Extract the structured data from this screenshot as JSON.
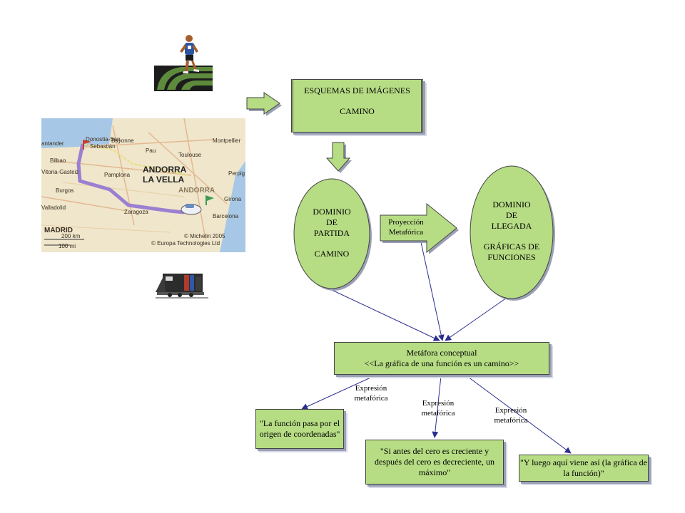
{
  "diagram": {
    "schema_box": {
      "title": "ESQUEMAS DE IMÁGENES",
      "subtitle": "CAMINO"
    },
    "source_domain": {
      "line1": "DOMINIO",
      "line2": "DE",
      "line3": "PARTIDA",
      "line4": "CAMINO"
    },
    "target_domain": {
      "line1": "DOMINIO",
      "line2": "DE",
      "line3": "LLEGADA",
      "line4": "GRÁFICAS DE",
      "line5": "FUNCIONES"
    },
    "projection": {
      "line1": "Proyección",
      "line2": "Metafórica"
    },
    "metaphor": {
      "line1": "Metáfora conceptual",
      "line2": "<<La gráfica de una función es un camino>>"
    },
    "expression_labels": [
      {
        "line1": "Expresión",
        "line2": "metafórica"
      },
      {
        "line1": "Expresión",
        "line2": "metafórica"
      },
      {
        "line1": "Expresión",
        "line2": "metafórica"
      }
    ],
    "examples": [
      {
        "line1": "\"La función pasa por el",
        "line2": "origen de coordenadas\""
      },
      {
        "line1": "\"Si antes del cero es creciente y",
        "line2": "después del cero es decreciente, un",
        "line3": "máximo\""
      },
      {
        "line1": "\"Y luego aquí viene así (la gráfica de",
        "line2": "la función)\""
      }
    ]
  },
  "map": {
    "labels": {
      "santander": "antander",
      "san_sebastian_1": "Donostia-San",
      "san_sebastian_2": "Sebastián",
      "bayonne": "Bayonne",
      "montpellier": "Montpellier",
      "pau": "Pau",
      "toulouse": "Toulouse",
      "vitoria": "Vitoria-Gasteiz",
      "bilbao": "Bilbao",
      "pamplona": "Pamplona",
      "andorra_1": "ANDORRA",
      "andorra_2": "LA VELLA",
      "andorra_region": "ANDORRA",
      "perpignan": "Perpig",
      "burgos": "Burgos",
      "valladolid": "Valladolid",
      "zaragoza": "Zaragoza",
      "girona": "Girona",
      "barcelona": "Barcelona",
      "madrid": "MADRID",
      "scale_km": "200 km",
      "scale_mi": "100 mi",
      "copyright_1": "© Michelin 2005",
      "copyright_2": "© Europa Technologies Ltd"
    }
  },
  "colors": {
    "node_fill": "#b6dc84",
    "arrow_line": "#2a2f8f",
    "route": "#9b7fd1",
    "sea": "#a6c8e6",
    "land": "#efe6cc"
  },
  "icons": {
    "runner": "runner-icon",
    "train": "train-icon"
  }
}
